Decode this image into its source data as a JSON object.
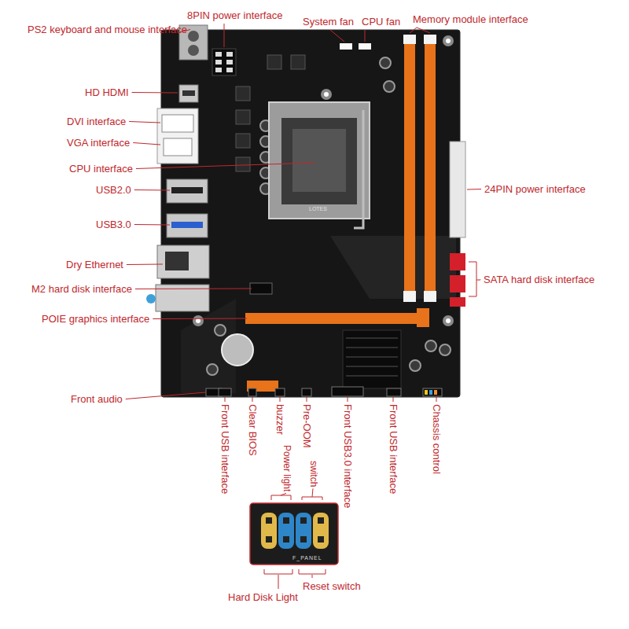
{
  "diagram": {
    "labels": [
      "PS2 keyboard and mouse interface",
      "8PIN power interface",
      "System fan",
      "CPU fan",
      "Memory module interface",
      "HD HDMI",
      "DVI interface",
      "VGA interface",
      "CPU interface",
      "USB2.0",
      "USB3.0",
      "24PIN power interface",
      "Dry Ethernet",
      "SATA hard disk interface",
      "M2 hard disk interface",
      "POIE graphics interface",
      "Front audio",
      "Front USB interface",
      "Clear BIOS",
      "buzzer",
      "Pre-OOM",
      "Front USB3.0 interface",
      "Front USB interface",
      "Chassis control",
      "Power light",
      "switch",
      "Hard Disk Light",
      "Reset switch",
      "F_PANEL",
      "LOTES"
    ]
  }
}
